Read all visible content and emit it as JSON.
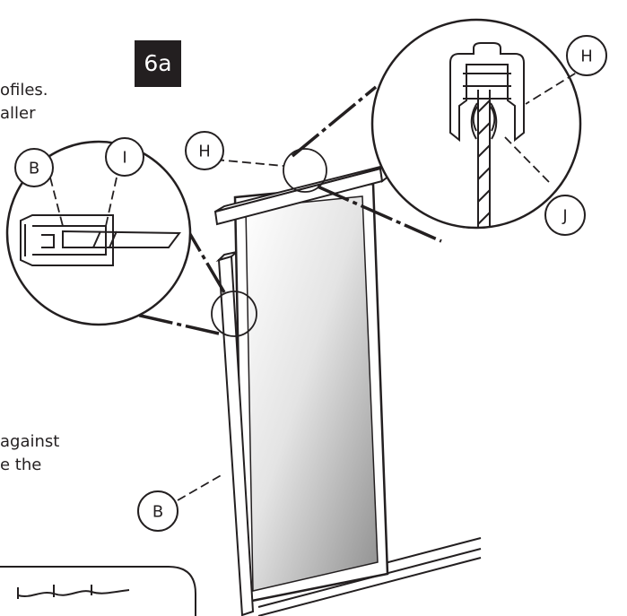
{
  "text_fragments": [
    "ofiles.",
    "aller",
    "against",
    "e the"
  ],
  "step_label": "6a",
  "callouts": {
    "h_top": "H",
    "h_mid": "H",
    "b_top": "B",
    "i_top": "I",
    "j": "J",
    "b_bottom": "B"
  },
  "colors": {
    "ink": "#231f20",
    "paper": "#ffffff"
  }
}
